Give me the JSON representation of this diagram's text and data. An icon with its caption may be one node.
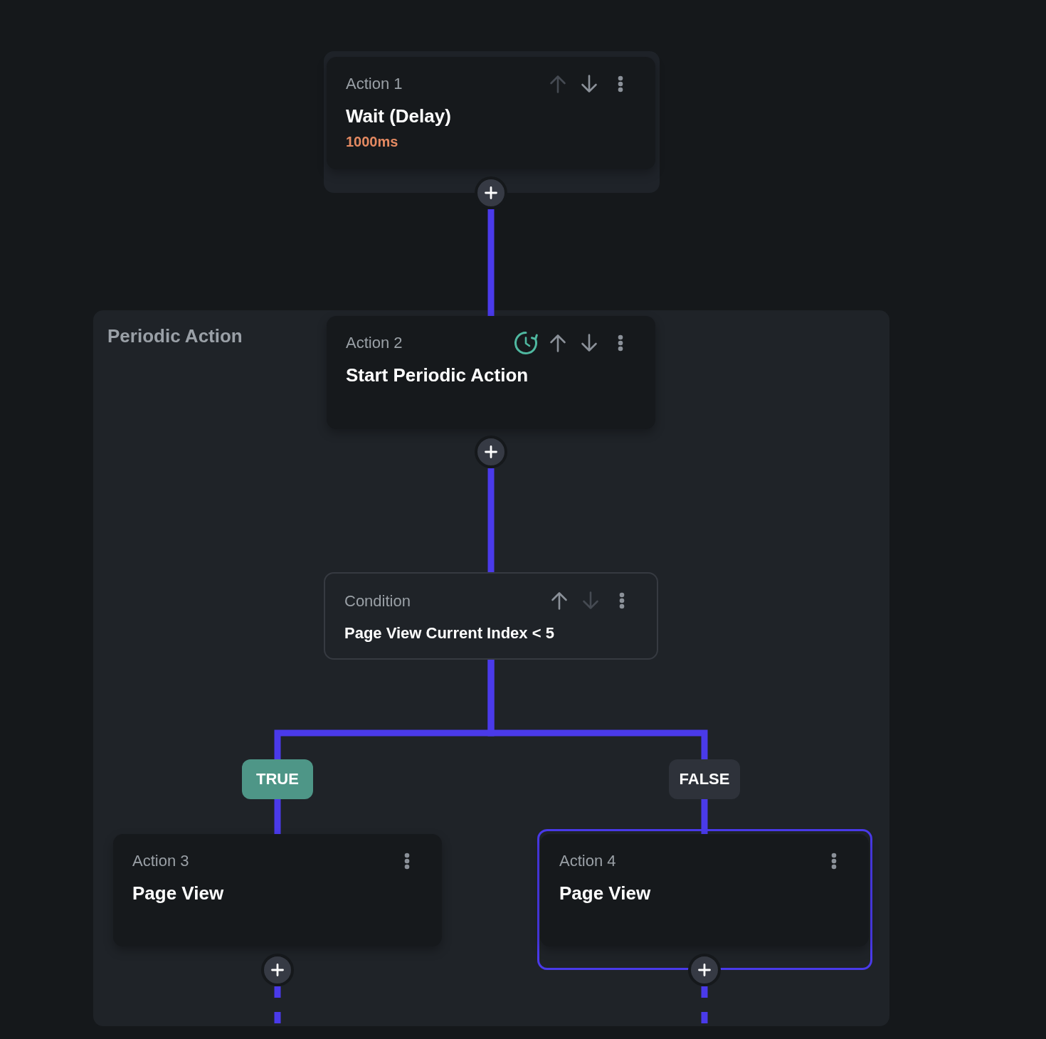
{
  "diagram": {
    "nodes": [
      {
        "text": [
          "Action 1",
          "Wait (Delay)",
          "1000ms"
        ]
      },
      {
        "text": [],
        "shape": "circle"
      },
      {
        "text": [
          "Periodic Action"
        ]
      },
      {
        "text": [
          "Action 2",
          "Start Periodic Action"
        ],
        "in": 2
      },
      {
        "text": [],
        "shape": "circle",
        "in": 2
      },
      {
        "text": [
          "Condition",
          "Page View Current Index < 5"
        ],
        "in": 2
      },
      {
        "text": [
          "Action 3",
          "Page View"
        ],
        "in": 2
      },
      {
        "text": [
          "Action 4",
          "Page View"
        ],
        "in": 2
      },
      {
        "text": [],
        "shape": "circle",
        "in": 2
      },
      {
        "text": [],
        "shape": "circle",
        "in": 2
      }
    ],
    "edges": [
      {
        "from": 1,
        "to": 3,
        "arrow": "none"
      },
      {
        "from": 4,
        "to": 5,
        "arrow": "none"
      },
      {
        "from": 5,
        "to": 6,
        "arrow": "none",
        "label": "TRUE"
      },
      {
        "from": 5,
        "to": 7,
        "arrow": "none",
        "label": "FALSE"
      },
      {
        "from": 8,
        "to": null,
        "arrow": "none",
        "style": "dashed"
      },
      {
        "from": 9,
        "to": null,
        "arrow": "none",
        "style": "dashed"
      }
    ]
  }
}
